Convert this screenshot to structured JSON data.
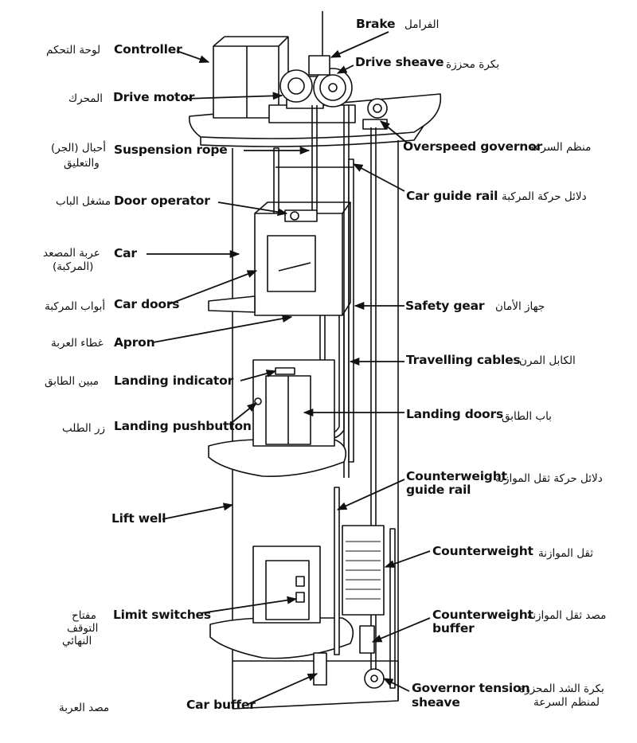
{
  "labels": {
    "brake": {
      "en": "Brake",
      "ar": "الفرامل"
    },
    "controller": {
      "en": "Controller",
      "ar": "لوحة التحكم"
    },
    "drive_sheave": {
      "en": "Drive sheave",
      "ar": "بكرة محززة"
    },
    "drive_motor": {
      "en": "Drive motor",
      "ar": "المحرك"
    },
    "suspension_rope": {
      "en": "Suspension rope",
      "ar_1": "أحبال (الجر)",
      "ar_2": "والتعليق"
    },
    "overspeed_governor": {
      "en": "Overspeed governor",
      "ar": "منظم السرعة"
    },
    "car_guide_rail": {
      "en": "Car guide rail",
      "ar": "دلائل حركة المركبة"
    },
    "door_operator": {
      "en": "Door operator",
      "ar": "مشغل الباب"
    },
    "car": {
      "en": "Car",
      "ar_1": "عربة المصعد",
      "ar_2": "(المركبة)"
    },
    "car_doors": {
      "en": "Car doors",
      "ar": "أبواب المركبة"
    },
    "safety_gear": {
      "en": "Safety gear",
      "ar": "جهاز الأمان"
    },
    "apron": {
      "en": "Apron",
      "ar": "غطاء العربة"
    },
    "travelling_cables": {
      "en": "Travelling cables",
      "ar": "الكابل المرن"
    },
    "landing_indicator": {
      "en": "Landing indicator",
      "ar": "مبين الطابق"
    },
    "landing_pushbutton": {
      "en": "Landing pushbutton",
      "ar": "زر الطلب"
    },
    "landing_doors": {
      "en": "Landing doors",
      "ar": "باب الطابق"
    },
    "counterweight_guide_rail": {
      "en_1": "Counterweight",
      "en_2": "guide rail",
      "ar": "دلائل حركة ثقل الموازنة"
    },
    "lift_well": {
      "en": "Lift well"
    },
    "counterweight": {
      "en": "Counterweight",
      "ar": "ثقل الموازنة"
    },
    "limit_switches": {
      "en": "Limit switches",
      "ar_1": "مفتاح",
      "ar_2": "التوقف",
      "ar_3": "النهائي"
    },
    "counterweight_buffer": {
      "en_1": "Counterweight",
      "en_2": "buffer",
      "ar": "مصد ثقل الموازنة"
    },
    "governor_tension_sheave": {
      "en_1": "Governor tension",
      "en_2": "sheave",
      "ar_1": "بكرة الشد المحززة",
      "ar_2": "لمنظم السرعة"
    },
    "car_buffer": {
      "en": "Car buffer",
      "ar": "مصد العربة"
    }
  },
  "colors": {
    "ink": "#111111",
    "background": "#ffffff"
  }
}
